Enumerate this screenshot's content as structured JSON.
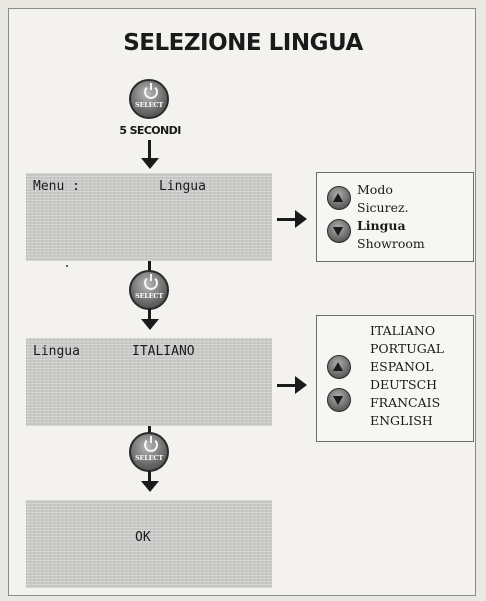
{
  "title": "SELEZIONE LINGUA",
  "select_button_label": "SELECT",
  "hold_label": "5 SECONDI",
  "screen1": {
    "label": "Menu :",
    "value": "Lingua"
  },
  "menu_options": [
    "Modo",
    "Sicurez.",
    "Lingua",
    "Showroom"
  ],
  "menu_selected": "Lingua",
  "screen2": {
    "label": "Lingua",
    "value": "ITALIANO"
  },
  "languages": [
    "ITALIANO",
    "PORTUGAL",
    "ESPANOL",
    "DEUTSCH",
    "FRANCAIS",
    "ENGLISH"
  ],
  "screen3": {
    "value": "OK"
  },
  "icons": {
    "select": "power-select-button-icon",
    "up": "up-arrow-button-icon",
    "down": "down-arrow-button-icon"
  }
}
